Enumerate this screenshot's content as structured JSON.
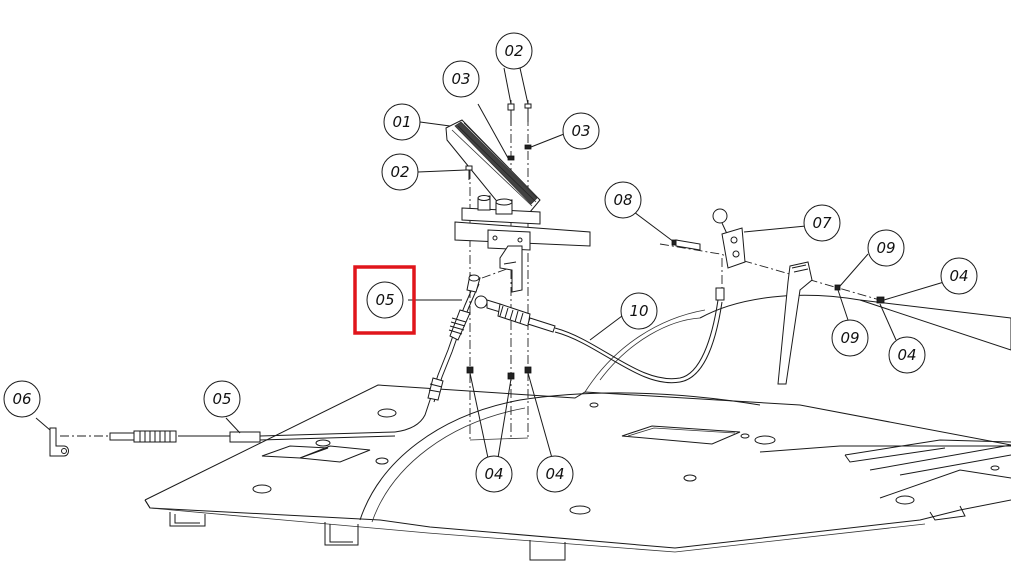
{
  "diagram": {
    "highlight_color": "#e0151b",
    "highlighted_callout": "05",
    "callouts": [
      {
        "id": "c01",
        "label": "01"
      },
      {
        "id": "c02a",
        "label": "02"
      },
      {
        "id": "c02b",
        "label": "02"
      },
      {
        "id": "c03a",
        "label": "03"
      },
      {
        "id": "c03b",
        "label": "03"
      },
      {
        "id": "c04a",
        "label": "04"
      },
      {
        "id": "c04b",
        "label": "04"
      },
      {
        "id": "c04c",
        "label": "04"
      },
      {
        "id": "c04d",
        "label": "04"
      },
      {
        "id": "c05a",
        "label": "05"
      },
      {
        "id": "c05b",
        "label": "05"
      },
      {
        "id": "c06",
        "label": "06"
      },
      {
        "id": "c07",
        "label": "07"
      },
      {
        "id": "c08",
        "label": "08"
      },
      {
        "id": "c09a",
        "label": "09"
      },
      {
        "id": "c09b",
        "label": "09"
      },
      {
        "id": "c10",
        "label": "10"
      }
    ]
  }
}
